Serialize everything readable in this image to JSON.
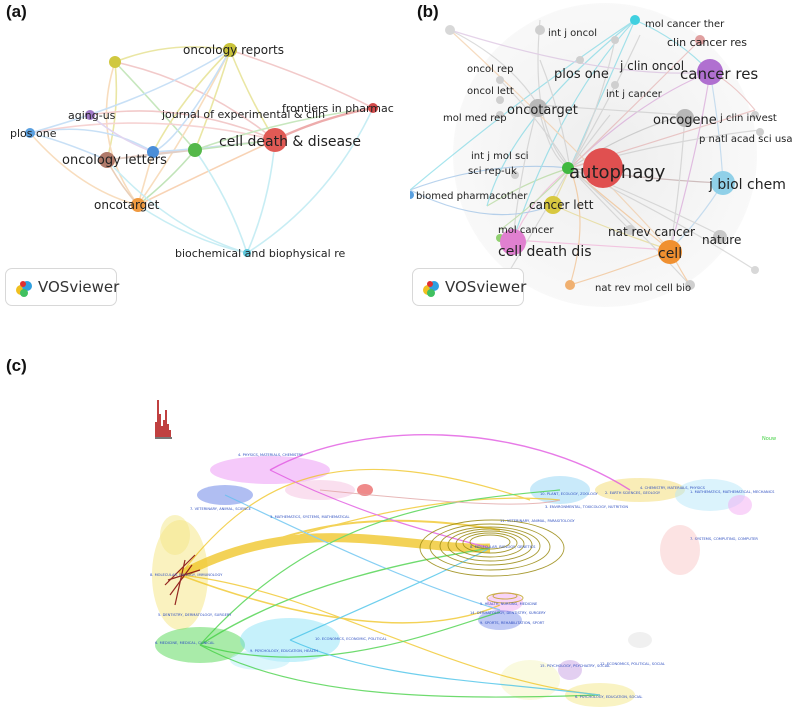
{
  "panel_a": {
    "label": "(a)",
    "nodes": [
      {
        "label": "oncology reports",
        "color": "#c8c23a"
      },
      {
        "label": "journal of experimental & clin",
        "color": "#55b84a"
      },
      {
        "label": "frontiers in pharmac",
        "color": "#d24a4a"
      },
      {
        "label": "aging-us",
        "color": "#a07ac8"
      },
      {
        "label": "cell death & disease",
        "color": "#e05a55"
      },
      {
        "label": "plos one",
        "color": "#5aa0e0"
      },
      {
        "label": "oncology letters",
        "color": "#b07a6a"
      },
      {
        "label": "oncotarget",
        "color": "#f09a40"
      },
      {
        "label": "biochemical and biophysical re",
        "color": "#5ec8dc"
      }
    ],
    "logo": {
      "text": "VOSviewer",
      "icon": "vosviewer-logo-icon"
    }
  },
  "panel_b": {
    "label": "(b)",
    "nodes": [
      {
        "label": "int j oncol"
      },
      {
        "label": "mol cancer ther"
      },
      {
        "label": "clin cancer res"
      },
      {
        "label": "cancer res"
      },
      {
        "label": "oncol rep"
      },
      {
        "label": "plos one"
      },
      {
        "label": "j clin oncol"
      },
      {
        "label": "int j cancer"
      },
      {
        "label": "oncol lett"
      },
      {
        "label": "j clin invest"
      },
      {
        "label": "mol med rep"
      },
      {
        "label": "oncotarget"
      },
      {
        "label": "oncogene"
      },
      {
        "label": "p natl acad sci usa"
      },
      {
        "label": "int j mol sci"
      },
      {
        "label": "autophagy"
      },
      {
        "label": "sci rep-uk"
      },
      {
        "label": "j biol chem"
      },
      {
        "label": "biomed pharmacother"
      },
      {
        "label": "cancer lett"
      },
      {
        "label": "mol cancer"
      },
      {
        "label": "cell death dis"
      },
      {
        "label": "nat rev cancer"
      },
      {
        "label": "cell"
      },
      {
        "label": "nature"
      },
      {
        "label": "nat rev mol cell bio"
      }
    ],
    "logo": {
      "text": "VOSviewer",
      "icon": "vosviewer-logo-icon"
    }
  },
  "panel_c": {
    "label": "(c)",
    "legend_text": "Nouw",
    "left_clusters": [
      "4. PHYSICS, MATERIALS, CHEMISTRY",
      "7. VETERINARY, ANIMAL, SCIENCE",
      "3. MATHEMATICS, SYSTEMS, MATHEMATICAL",
      "8. MOLECULAR, BIOLOGY, IMMUNOLOGY",
      "5. DENTISTRY, DERMATOLOGY, SURGERY",
      "6. MEDICINE, MEDICAL, CLINICAL",
      "10. ECONOMICS, ECONOMIC, POLITICAL",
      "9. PSYCHOLOGY, EDUCATION, HEALTH"
    ],
    "right_clusters": [
      "10. PLANT, ECOLOGY, ZOOLOGY",
      "2. EARTH SCIENCES, GEOLOGY",
      "4. CHEMISTRY, MATERIALS, PHYSICS",
      "1. MATHEMATICS, MATHEMATICAL, MECHANICS",
      "3. ENVIRONMENTAL, TOXICOLOGY, NUTRITION",
      "11. VETERINARY, ANIMAL, PARASITOLOGY",
      "8. MOLECULAR, BIOLOGY, GENETICS",
      "7. SYSTEMS, COMPUTING, COMPUTER",
      "5. HEALTH, NURSING, MEDICINE",
      "14. DERMATOLOGY, DENTISTRY, SURGERY",
      "9. SPORTS, REHABILITATION, SPORT",
      "15. PSYCHOLOGY, PSYCHIATRY, SOCIAL",
      "12. ECONOMICS, POLITICAL, SOCIAL",
      "6. PSYCHOLOGY, EDUCATION, SOCIAL"
    ]
  }
}
